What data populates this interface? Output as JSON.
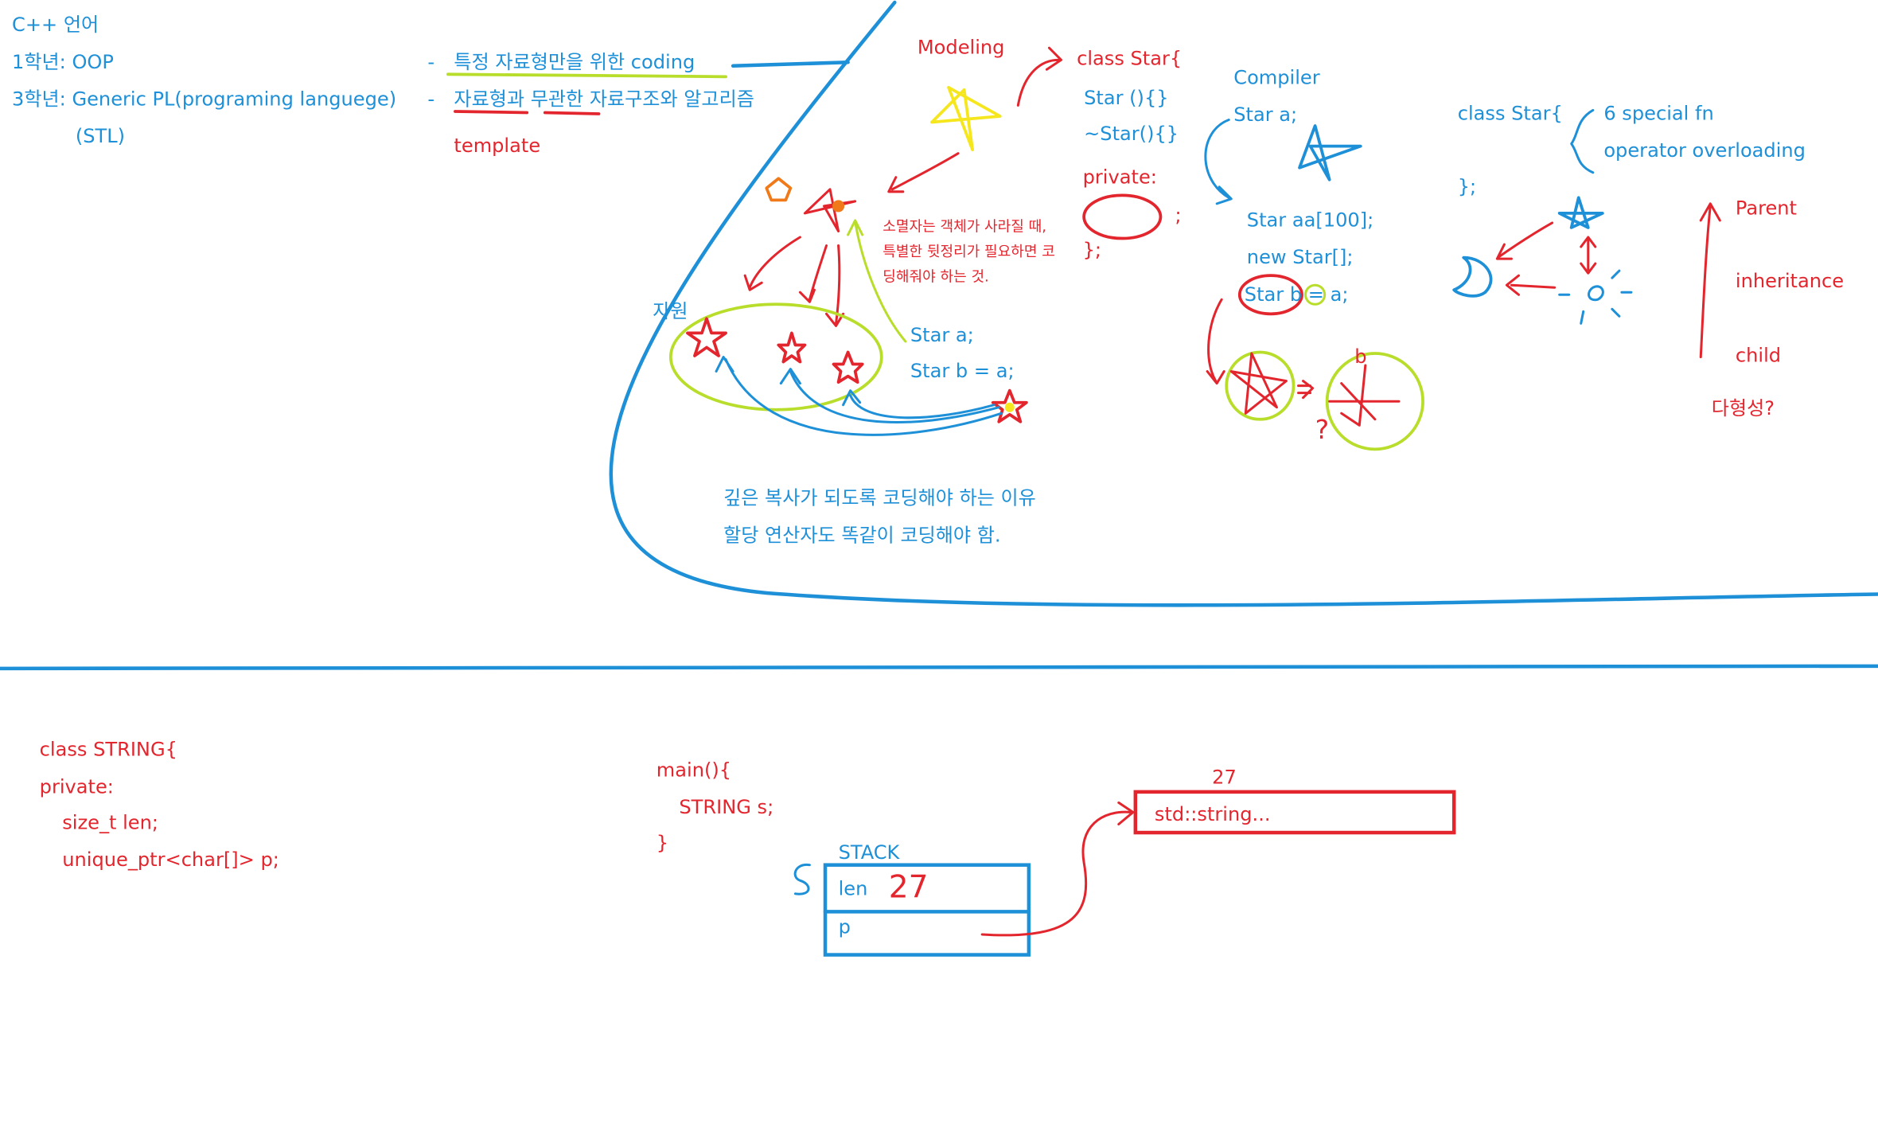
{
  "colors": {
    "blue": "#1e90d8",
    "red": "#e3262e",
    "green": "#b8dd2a",
    "yellow": "#f5e61e",
    "orange": "#f07a1a"
  },
  "header": {
    "title": "C++ 언어",
    "year1": "1학년: OOP",
    "year3": "3학년: Generic PL(programing languege)",
    "stl": "(STL)",
    "dash1": "-",
    "dash2": "-",
    "note1": "특정 자료형만을 위한 coding",
    "note2": "자료형과 무관한 자료구조와 알고리즘",
    "template": "template"
  },
  "modeling": {
    "label": "Modeling",
    "class_lines": [
      "class Star{",
      "Star (){}",
      "~Star(){}",
      "private:",
      "};"
    ],
    "semicolon": ";",
    "destructor_note": [
      "소멸자는 객체가 사라질 때,",
      "특별한 뒷정리가 필요하면 코",
      "딩해줘야 하는 것."
    ],
    "resource_label": "자원",
    "copy_lines": [
      "Star a;",
      "Star b = a;"
    ],
    "deep_copy_note": [
      "깊은 복사가 되도록 코딩해야 하는 이유",
      "할당 연산자도 똑같이 코딩해야 함."
    ]
  },
  "compiler": {
    "title": "Compiler",
    "lines": [
      "Star a;",
      "Star aa[100];",
      "new Star[];",
      "Star b = a;"
    ],
    "b_mark": "b",
    "question_mark": "?"
  },
  "special": {
    "class_open": "class Star{",
    "close": "};",
    "fn": "6 special fn",
    "overloading": "operator overloading",
    "parent": "Parent",
    "inheritance": "inheritance",
    "child": "child",
    "polymorphism": "다형성?"
  },
  "bottom": {
    "class_lines": [
      "class STRING{",
      "private:",
      "size_t len;",
      "unique_ptr<char[]> p;"
    ],
    "main_lines": [
      "main(){",
      "STRING s;",
      "}"
    ],
    "stack_label": "STACK",
    "s_mark": "S",
    "len_label": "len",
    "len_value": "27",
    "p_label": "p",
    "heap_size": "27",
    "heap_text": "std::string..."
  }
}
